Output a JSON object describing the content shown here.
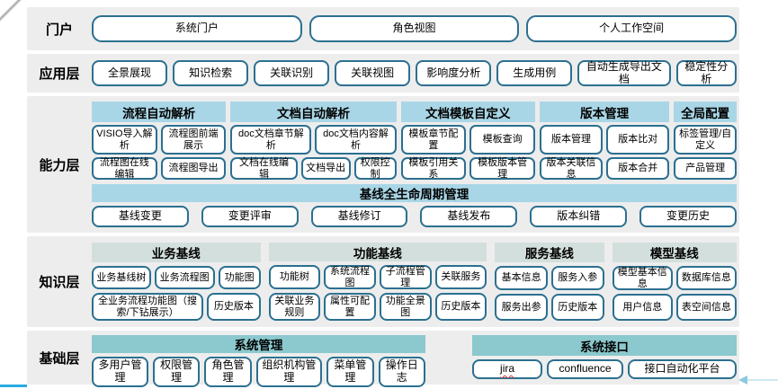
{
  "colors": {
    "band_bg": "#ededed",
    "header_blue": "#a9d6e6",
    "header_pale": "#d3dfdc",
    "header_teal": "#8bc9ce",
    "button_border": "#2b7090",
    "accent_blue": "#29abe2",
    "arrow_line": "#cfe9f3",
    "arrow_head": "#8ccadd"
  },
  "layers": {
    "portal": {
      "label": "门户",
      "buttons": [
        "系统门户",
        "角色视图",
        "个人工作空间"
      ]
    },
    "application": {
      "label": "应用层",
      "buttons": [
        "全景展现",
        "知识检索",
        "关联识别",
        "关联视图",
        "影响度分析",
        "生成用例",
        "自动生成导出文档",
        "稳定性分析"
      ]
    },
    "capability": {
      "label": "能力层",
      "groups": [
        {
          "header": "流程自动解析",
          "rows": [
            [
              "VISIO导入解析",
              "流程图前端展示"
            ],
            [
              "流程图在线编辑",
              "流程图导出"
            ]
          ]
        },
        {
          "header": "文档自动解析",
          "rows": [
            [
              "doc文档章节解析",
              "doc文档内容解析"
            ],
            [
              "文档在线编辑",
              "文档导出",
              "权限控制"
            ]
          ]
        },
        {
          "header": "文档模板自定义",
          "rows": [
            [
              "模板章节配置",
              "模板查询"
            ],
            [
              "模板引用关系",
              "模板版本管理"
            ]
          ]
        },
        {
          "header": "版本管理",
          "rows": [
            [
              "版本管理",
              "版本比对"
            ],
            [
              "版本关联信息",
              "版本合并"
            ]
          ]
        },
        {
          "header": "全局配置",
          "rows": [
            [
              "标签管理/自定义"
            ],
            [
              "产品管理"
            ]
          ]
        }
      ],
      "baseline": {
        "header": "基线全生命周期管理",
        "buttons": [
          "基线变更",
          "变更评审",
          "基线修订",
          "基线发布",
          "版本纠错",
          "变更历史"
        ]
      }
    },
    "knowledge": {
      "label": "知识层",
      "groups": [
        {
          "header": "业务基线",
          "rows": [
            [
              "业务基线树",
              "业务流程图",
              "功能图"
            ],
            [
              "全业务流程功能图（搜索/下钻展示）",
              "历史版本"
            ]
          ]
        },
        {
          "header": "功能基线",
          "rows": [
            [
              "功能树",
              "系统流程图",
              "子流程管理",
              "关联服务"
            ],
            [
              "关联业务规则",
              "属性可配置",
              "功能全景图",
              "历史版本"
            ]
          ]
        },
        {
          "header": "服务基线",
          "rows": [
            [
              "基本信息",
              "服务入参"
            ],
            [
              "服务出参",
              "历史版本"
            ]
          ]
        },
        {
          "header": "模型基线",
          "rows": [
            [
              "模型基本信息",
              "数据库信息"
            ],
            [
              "用户信息",
              "表空间信息"
            ]
          ]
        }
      ]
    },
    "foundation": {
      "label": "基础层",
      "groups": [
        {
          "header": "系统管理",
          "buttons": [
            "多用户管理",
            "权限管理",
            "角色管理",
            "组织机构管理",
            "菜单管理",
            "操作日志"
          ]
        },
        {
          "header": "系统接口",
          "buttons": [
            "jira",
            "confluence",
            "接口自动化平台"
          ]
        }
      ]
    }
  }
}
